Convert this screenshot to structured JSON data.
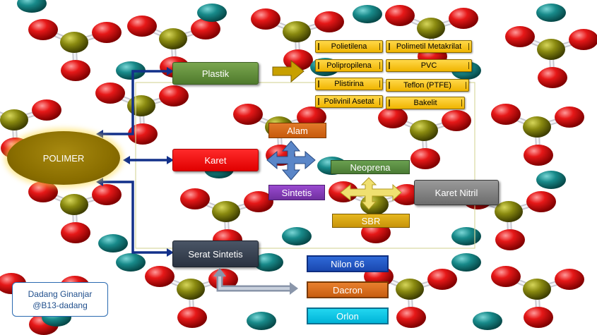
{
  "diagram": {
    "root": "POLIMER",
    "categories": {
      "plastik": "Plastik",
      "karet": "Karet",
      "serat": "Serat Sintetis"
    },
    "plastik_examples": {
      "polietilena": "Polietilena",
      "polimetil": "Polimetil Metakrilat",
      "polipropilena": "Polipropilena",
      "pvc": "PVC",
      "plistirina": "Plistirina",
      "teflon": "Teflon (PTFE)",
      "polivinil": "Polivinil Asetat",
      "bakelit": "Bakelit"
    },
    "karet_types": {
      "alam": "Alam",
      "sintetis": "Sintetis"
    },
    "karet_sintetis_examples": {
      "neoprena": "Neoprena",
      "sbr": "SBR",
      "nitril": "Karet Nitril"
    },
    "serat_examples": {
      "nilon": "Nilon 66",
      "dacron": "Dacron",
      "orlon": "Orlon"
    },
    "credit": {
      "name": "Dadang Ginanjar",
      "handle": "@B13-dadang"
    }
  },
  "colors": {
    "oxygen": "#e01818",
    "carbon": "#8a8a10",
    "cation": "#1a8a8a",
    "connector": "#12308a"
  }
}
